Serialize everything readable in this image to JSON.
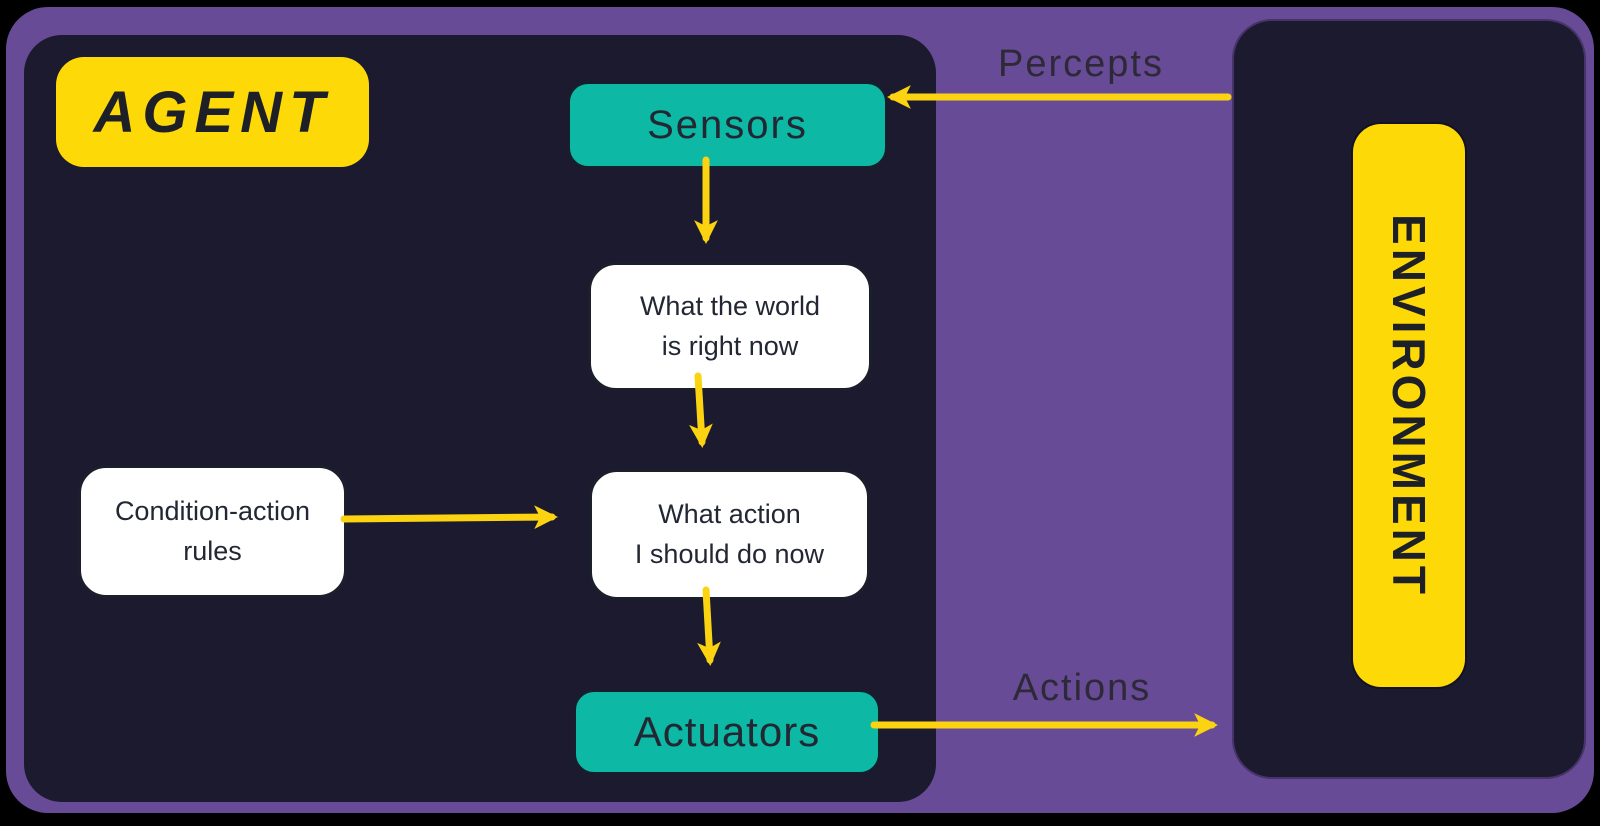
{
  "diagram_title": "simple-reflex-agent",
  "colors": {
    "background": "#000000",
    "board_purple": "#684b97",
    "panel_dark": "#1c1a2e",
    "badge_yellow": "#fed908",
    "node_teal": "#0db8a4",
    "node_white": "#ffffff",
    "text_dark": "#232733",
    "arrow_yellow": "#fbd311"
  },
  "agent_panel": {
    "title": "AGENT",
    "nodes": {
      "sensors": {
        "label": "Sensors"
      },
      "world_state": {
        "lines": [
          "What the world",
          "is right now"
        ]
      },
      "condition_rules": {
        "lines": [
          "Condition-action",
          "rules"
        ]
      },
      "action_choice": {
        "lines": [
          "What action",
          "I should do now"
        ]
      },
      "actuators": {
        "label": "Actuators"
      }
    }
  },
  "environment_panel": {
    "title": "ENVIRONMENT"
  },
  "flows": {
    "percepts": {
      "label": "Percepts",
      "from": "ENVIRONMENT",
      "to": "Sensors"
    },
    "actions": {
      "label": "Actions",
      "from": "Actuators",
      "to": "ENVIRONMENT"
    }
  }
}
